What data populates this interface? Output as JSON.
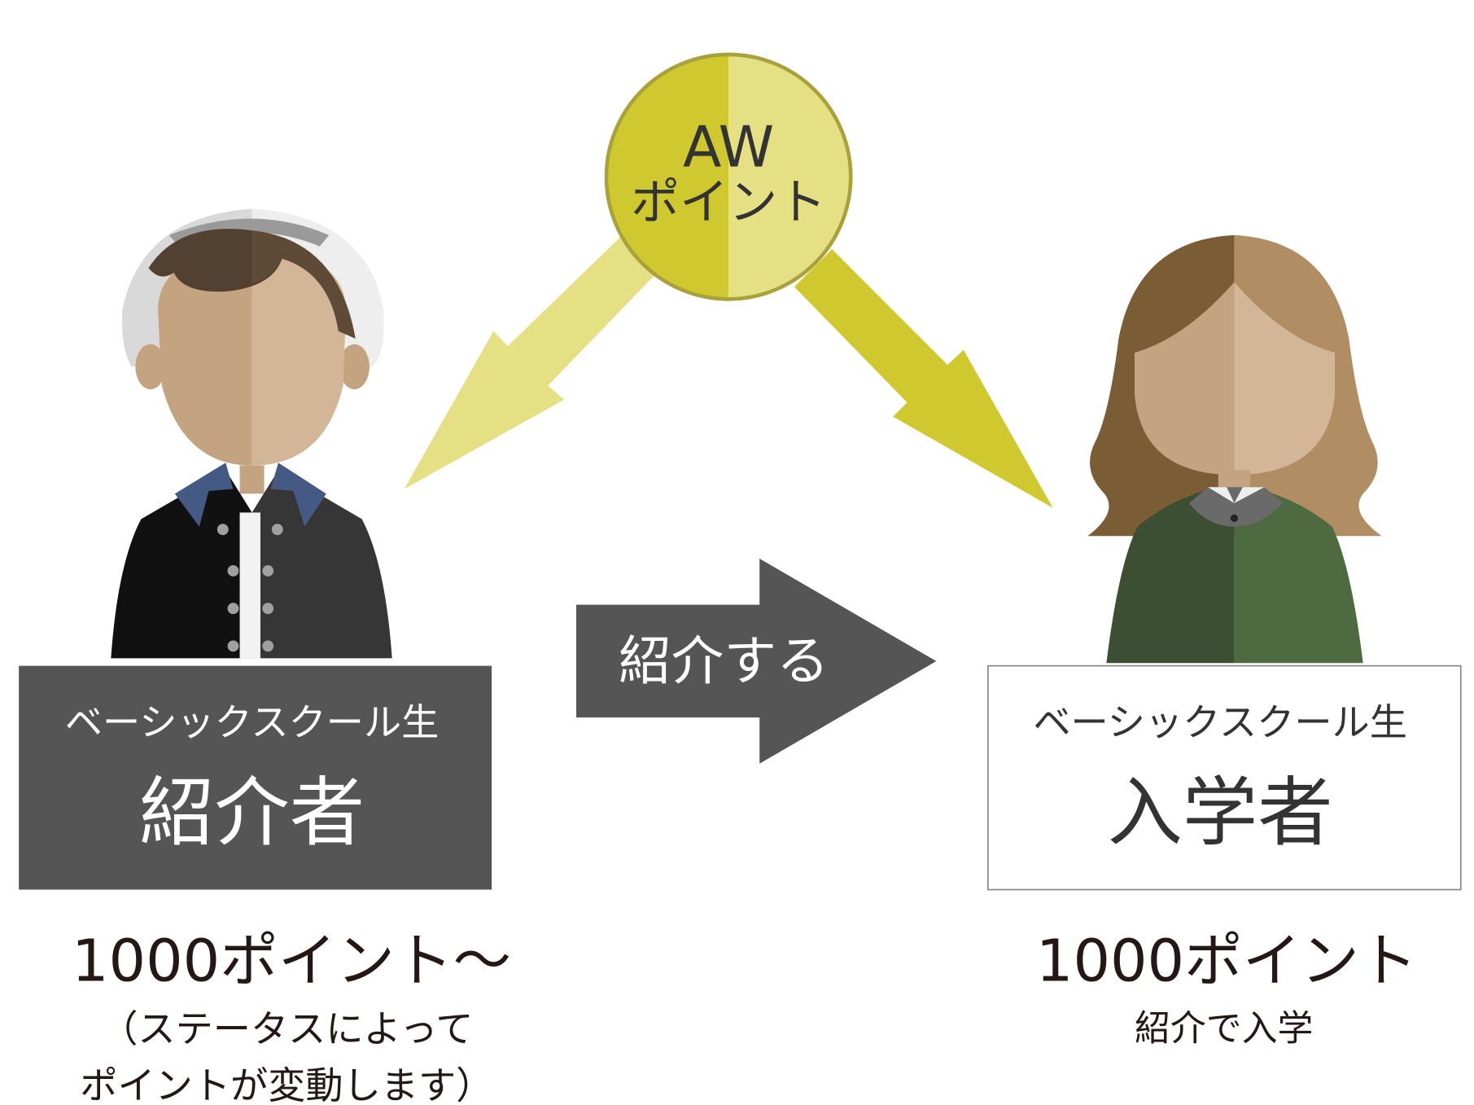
{
  "coin": {
    "line1": "AW",
    "line2": "ポイント"
  },
  "referrer": {
    "subtitle": "ベーシックスクール生",
    "title": "紹介者",
    "points": "1000ポイント〜",
    "note_line1": "（ステータスによって",
    "note_line2": "ポイントが変動します）"
  },
  "action": {
    "label": "紹介する"
  },
  "enrollee": {
    "subtitle": "ベーシックスクール生",
    "title": "入学者",
    "points": "1000ポイント",
    "note": "紹介で入学"
  },
  "colors": {
    "coin_dark": "#cfc92f",
    "coin_light": "#e6e084",
    "box_dark": "#555555",
    "text_dark": "#231815"
  }
}
